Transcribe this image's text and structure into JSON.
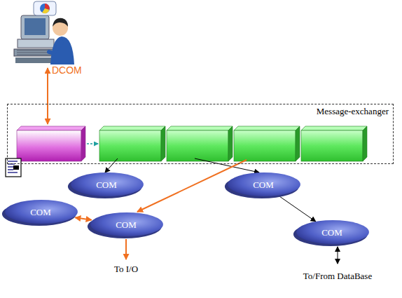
{
  "diagram": {
    "nodes": [
      {
        "text": [
          "Message-exchanger"
        ]
      },
      {
        "text": [
          "COM"
        ]
      },
      {
        "text": [
          "COM"
        ]
      },
      {
        "text": [
          "COM"
        ]
      },
      {
        "text": [
          "COM"
        ]
      },
      {
        "text": [
          "COM"
        ]
      }
    ],
    "edges": [
      {
        "from": 3,
        "to": 4,
        "arrow": "both"
      },
      {
        "from": 2,
        "to": 5,
        "arrow": "to"
      }
    ],
    "labels": [
      "DCOM",
      "To I/O",
      "To/From DataBase"
    ]
  }
}
